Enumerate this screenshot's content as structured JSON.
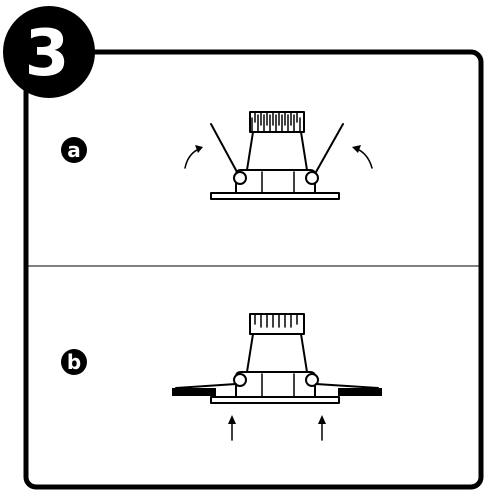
{
  "step": {
    "number": "3"
  },
  "panels": [
    {
      "badge": "a"
    },
    {
      "badge": "b"
    }
  ]
}
